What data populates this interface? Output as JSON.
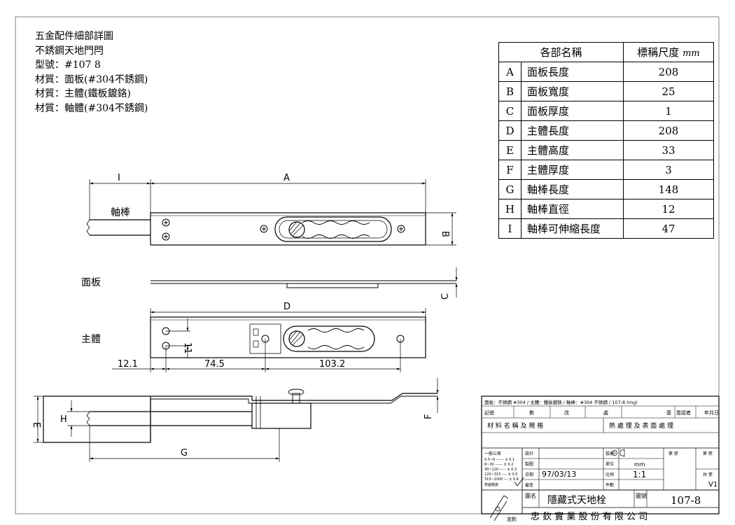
{
  "notes": {
    "line1": "五金配件細部詳圖",
    "line2": "不銹鋼天地門閂",
    "line3": "型號：#107 8",
    "line4": "材質：面板(#304不銹鋼)",
    "line5": "材質：主體(鐵板鍍鉻)",
    "line6": "材質：軸體(#304不銹鋼)"
  },
  "spec_table": {
    "header_name": "各部名稱",
    "header_size": "標稱尺度",
    "header_unit": "mm",
    "rows": [
      {
        "key": "A",
        "name": "面板長度",
        "value": "208"
      },
      {
        "key": "B",
        "name": "面板寬度",
        "value": "25"
      },
      {
        "key": "C",
        "name": "面板厚度",
        "value": "1"
      },
      {
        "key": "D",
        "name": "主體長度",
        "value": "208"
      },
      {
        "key": "E",
        "name": "主體高度",
        "value": "33"
      },
      {
        "key": "F",
        "name": "主體厚度",
        "value": "3"
      },
      {
        "key": "G",
        "name": "軸棒長度",
        "value": "148"
      },
      {
        "key": "H",
        "name": "軸棒直徑",
        "value": "12"
      },
      {
        "key": "I",
        "name": "軸棒可伸縮長度",
        "value": "47"
      }
    ]
  },
  "labels": {
    "dim_i": "I",
    "dim_a": "A",
    "dim_b": "B",
    "dim_c": "C",
    "dim_d": "D",
    "dim_e": "E",
    "dim_f": "F",
    "dim_g": "G",
    "dim_h": "H",
    "shaft": "軸棒",
    "panel": "面板",
    "body": "主體",
    "dim_11": "11",
    "dim_12_1": "12.1",
    "dim_74_5": "74.5",
    "dim_103_2": "103.2"
  },
  "title_block": {
    "top_note": "面板：不銹鋼 #304 / 主體：鐵板鍍鉻 / 軸棒：#304 不銹鋼 / 107-8 (mg)",
    "rev_mark": "記號",
    "rev_count": "數",
    "rev_change": "改",
    "rev_place": "處",
    "rev_sign": "簽",
    "rev_date": "年月日",
    "rev_approve": "簽認者",
    "material_header": "材 料 名 稱 及 規 格",
    "treatment_header": "熱 處 理 及 表 面 處 理",
    "tolerance_title": "一般公差",
    "tolerances": [
      "0.5~6 ------ ± 0.1",
      "6~30 ------ ± 0.2",
      "30~120 ----- ± 0.3",
      "120~315 ---- ± 0.5",
      "315~1000 --- ± 0.8"
    ],
    "surface_note": "表面粗度",
    "design": "設計",
    "drawn": "製圖",
    "date_label": "日期",
    "date_value": "97/03/13",
    "checked": "審查",
    "projection": "投影",
    "unit_label": "單位",
    "unit_value": "mm",
    "scale_label": "比例",
    "scale_value": "1:1",
    "parts": "件數",
    "drawing_name_label": "圖名",
    "drawing_name": "隱藏式天地栓",
    "drawing_no_label": "圖號",
    "drawing_no": "107-8",
    "sheet_label": "第  張",
    "total_label": "共  張",
    "version": "V1",
    "company": "忠 欽 實 業 股 份 有 限 公 司",
    "logo_text": "忠欽"
  }
}
